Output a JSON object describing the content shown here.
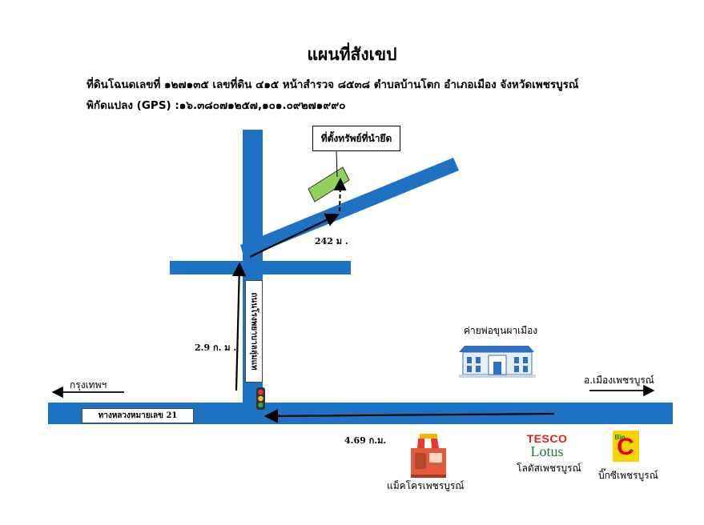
{
  "title": "แผนที่สังเขป",
  "header": {
    "line1": "ที่ดินโฉนดเลขที่ ๑๒๗๑๓๕ เลขที่ดิน ๔๑๕ หน้าสำรวจ ๘๕๓๘ ตำบลบ้านโตก อำเภอเมือง จังหวัดเพชรบูรณ์",
    "line2": "พิกัดแปลง (GPS) :๑๖.๓๘๐๗๑๒๕๗,๑๐๑.๐๙๒๗๑๙๙๐"
  },
  "callout": "ที่ตั้งทรัพย์ที่นำยึด",
  "distances": {
    "diagonal": "242 ม .",
    "vertical": "2.9 ก. ม .",
    "highway": "4.69 ก.ม."
  },
  "roads": {
    "highway_label": "ทางหลวงหมายเลข 21",
    "side_road_label": "ถนนโรงพยาบาลลุ่มแท"
  },
  "directions": {
    "left": "กรุงเทพฯ",
    "right": "อ.เมืองเพชรบูรณ์"
  },
  "landmarks": {
    "camp": "ค่ายพ่อขุนผาเมือง",
    "makro": "แม็คโครเพชรบูรณ์",
    "lotus": "โลตัสเพชรบูรณ์",
    "bigc": "บิ๊กซีเพชรบูรณ์"
  },
  "logos": {
    "tesco": "TESCO",
    "lotus": "Lotus",
    "big": "Big",
    "c": "C"
  },
  "icons": [
    "traffic-light-icon",
    "building-icon",
    "shop-icon",
    "tesco-lotus-logo",
    "bigc-logo"
  ],
  "colors": {
    "road": "#1e72c4",
    "parcel": "#8fd15a",
    "tesco_red": "#e2231a",
    "lotus_green": "#1f7a3a",
    "bigc_yellow": "#f5d400",
    "bigc_red": "#e2001a"
  }
}
